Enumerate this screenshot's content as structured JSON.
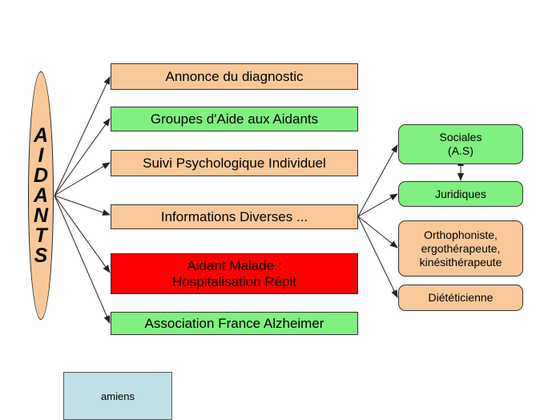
{
  "colors": {
    "peach": "#fac898",
    "green": "#80f080",
    "red": "#ff0000",
    "oval_fill": "#fac898",
    "amiens_fill": "#bfe0e6",
    "line": "#222222"
  },
  "aidants": {
    "letters": [
      "A",
      "I",
      "D",
      "A",
      "N",
      "T",
      "S"
    ]
  },
  "main_boxes": [
    {
      "lines": [
        "Annonce du diagnostic"
      ],
      "color": "peach"
    },
    {
      "lines": [
        "Groupes d'Aide aux Aidants"
      ],
      "color": "green"
    },
    {
      "lines": [
        "Suivi Psychologique Individuel"
      ],
      "color": "peach"
    },
    {
      "lines": [
        "Informations Diverses ..."
      ],
      "color": "peach"
    },
    {
      "lines": [
        "Aidant Malade :",
        "Hospitalisation Répit"
      ],
      "color": "red"
    },
    {
      "lines": [
        "Association France Alzheimer"
      ],
      "color": "green"
    }
  ],
  "info_boxes": [
    {
      "lines": [
        "Sociales",
        "(A.S)"
      ],
      "color": "green"
    },
    {
      "lines": [
        "Juridiques"
      ],
      "color": "green"
    },
    {
      "lines": [
        "Orthophoniste,",
        "ergothérapeute,",
        "kinésithérapeute"
      ],
      "color": "peach"
    },
    {
      "lines": [
        "Diététicienne"
      ],
      "color": "peach"
    }
  ],
  "footer": {
    "label": "amiens"
  }
}
